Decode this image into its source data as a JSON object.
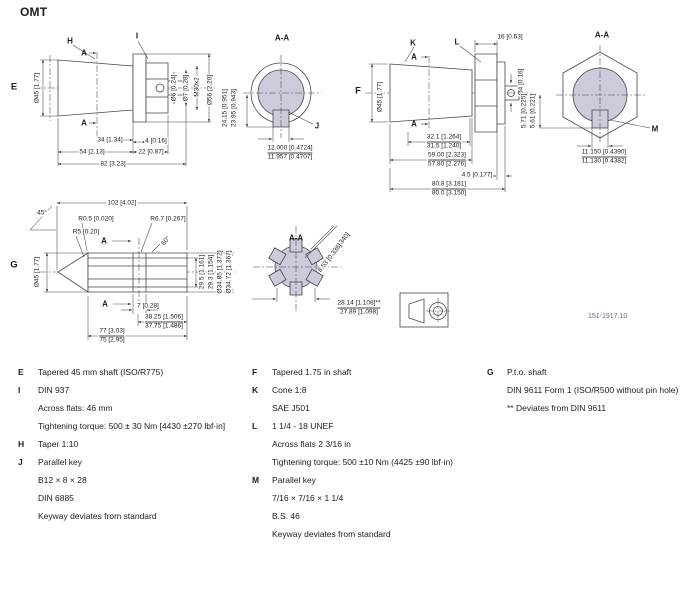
{
  "title": "OMT",
  "figure_number": "151-1917.10",
  "d1": {
    "label_h": "H",
    "label_i": "I",
    "label_e": "E",
    "label_a": "A",
    "dia45": "Ø45 [1.77]",
    "dia6": "Ø6 [0.24]",
    "dia7": "Ø7 [0.28]",
    "thread": "M30x2",
    "dia56": "Ø56 [2.20]",
    "len34": "34 [1.34]",
    "len4": "4 [0.16]",
    "len54": "54 [2.13]",
    "len22": "22 [0.87]",
    "len82": "82 [3.23]"
  },
  "s1": {
    "title": "A-A",
    "label_j": "J",
    "depth_max": "24.15 [0.951]",
    "depth_min": "23.95 [0.943]",
    "key_max": "12.000 [0.4724]",
    "key_min": "11.957 [0.4707]"
  },
  "d2": {
    "label_k": "K",
    "label_l": "L",
    "label_f": "F",
    "label_a": "A",
    "len16": "16 [0.63]",
    "dia45": "Ø45 [1.77]",
    "dia4": "Ø4 [0.16]",
    "w1max": "32.1 [1.264]",
    "w1min": "31.5 [1.240]",
    "w2max": "59.00 [2.323]",
    "w2min": "57.80 [2.276]",
    "washer": "4.5 [0.177]",
    "w3max": "80.8 [3.181]",
    "w3min": "80.0 [3.150]"
  },
  "s2": {
    "title": "A-A",
    "label_m": "M",
    "depth_max": "5.71 [0.225]",
    "depth_min": "5.61 [0.221]",
    "key_max": "11.150 [0.4390]",
    "key_min": "11.130 [0.4382]"
  },
  "d3": {
    "label_g": "G",
    "label_a": "A",
    "len102": "102 [4.02]",
    "ang45": "45°",
    "r05": "R0.5 [0.020]",
    "r5": "R5 [0.20]",
    "r67": "R6.7 [0.267]",
    "ang60": "60°",
    "dia45": "Ø45 [1.77]",
    "h_max": "29.5 [1.161]",
    "h_min": "29.3 [1.154]",
    "dia_max": "Ø34.85 [1.372]",
    "dia_min": "Ø34.72 [1.367]",
    "len7": "7 [0.28]",
    "g1max": "38.25 [1.506]",
    "g1min": "37.75 [1.486]",
    "g2max": "77 [3.03]",
    "g2min": "75 [2.95]"
  },
  "s3": {
    "title": "A-A",
    "tooth_max": "8.64 [0.340]",
    "tooth_min": "8.53 [0.336]",
    "w_max": "28.14 [1.108]**",
    "w_min": "27.89 [1.098]"
  },
  "notes1": [
    {
      "k": "E",
      "t": "Tapered 45 mm shaft (ISO/R775)"
    },
    {
      "k": "I",
      "t": "DIN 937"
    },
    {
      "k": "",
      "t": "Across flats: 46 mm"
    },
    {
      "k": "",
      "t": "Tightening torque: 500 ± 30 Nm [4430 ±270 lbf·in]"
    },
    {
      "k": "H",
      "t": "Taper 1:10"
    },
    {
      "k": "J",
      "t": "Parallel key"
    },
    {
      "k": "",
      "t": "B12 × 8 × 28"
    },
    {
      "k": "",
      "t": "DIN 6885"
    },
    {
      "k": "",
      "t": "Keyway deviates from standard"
    }
  ],
  "notes2": [
    {
      "k": "F",
      "t": "Tapered 1.75 in shaft"
    },
    {
      "k": "K",
      "t": "Cone 1:8"
    },
    {
      "k": "",
      "t": "SAE J501"
    },
    {
      "k": "L",
      "t": "1 1/4 - 18 UNEF"
    },
    {
      "k": "",
      "t": "Across flats 2 3/16 in"
    },
    {
      "k": "",
      "t": "Tightening torque: 500 ±10 Nm (4425 ±90 lbf·in)"
    },
    {
      "k": "M",
      "t": "Parallel key"
    },
    {
      "k": "",
      "t": "7/16 × 7/16 × 1 1/4"
    },
    {
      "k": "",
      "t": "B.S. 46"
    },
    {
      "k": "",
      "t": "Keyway deviates from standard"
    }
  ],
  "notes3": [
    {
      "k": "G",
      "t": "P.t.o. shaft"
    },
    {
      "k": "",
      "t": "DIN 9611 Form 1 (ISO/R500 without pin hole)"
    },
    {
      "k": "",
      "t": "** Deviates from DIN 9611"
    }
  ]
}
